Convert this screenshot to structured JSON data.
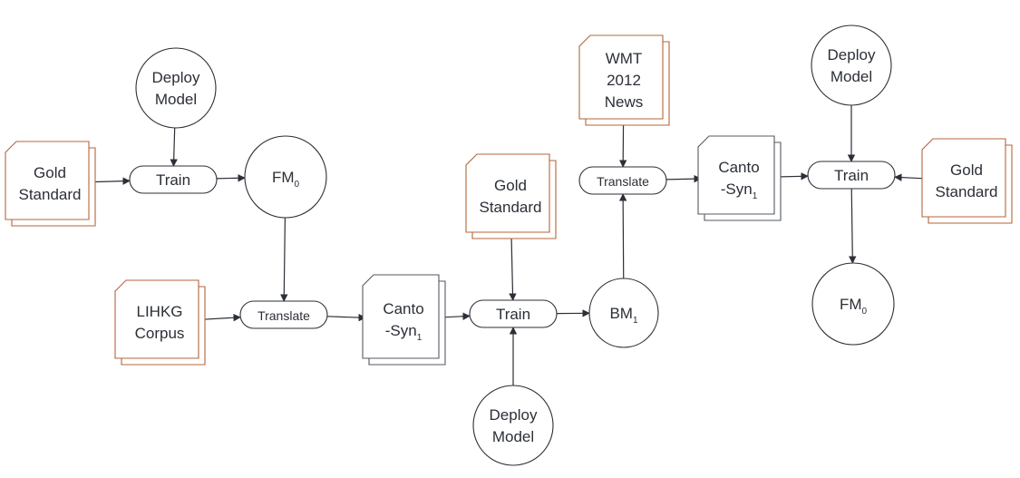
{
  "diagram": {
    "nodes": {
      "gold1": {
        "type": "doc-orange",
        "lines": [
          "Gold",
          "Standard"
        ]
      },
      "deploy1": {
        "type": "circle",
        "lines": [
          "Deploy",
          "Model"
        ]
      },
      "train1": {
        "type": "process",
        "lines": [
          "Train"
        ]
      },
      "fm0_a": {
        "type": "circle",
        "lines": [
          "FM"
        ],
        "subscript": "0"
      },
      "lihkg": {
        "type": "doc-orange",
        "lines": [
          "LIHKG",
          "Corpus"
        ]
      },
      "translate1": {
        "type": "process",
        "lines": [
          "Translate"
        ]
      },
      "canto1": {
        "type": "doc-gray",
        "lines": [
          "Canto",
          "-Syn"
        ],
        "subscript": "1"
      },
      "gold2": {
        "type": "doc-orange",
        "lines": [
          "Gold",
          "Standard"
        ]
      },
      "train2": {
        "type": "process",
        "lines": [
          "Train"
        ]
      },
      "deploy2": {
        "type": "circle",
        "lines": [
          "Deploy",
          "Model"
        ]
      },
      "bm1": {
        "type": "circle",
        "lines": [
          "BM"
        ],
        "subscript": "1"
      },
      "wmt": {
        "type": "doc-orange",
        "lines": [
          "WMT",
          "2012",
          "News"
        ]
      },
      "translate2": {
        "type": "process",
        "lines": [
          "Translate"
        ]
      },
      "canto2": {
        "type": "doc-gray",
        "lines": [
          "Canto",
          "-Syn"
        ],
        "subscript": "1"
      },
      "deploy3": {
        "type": "circle",
        "lines": [
          "Deploy",
          "Model"
        ]
      },
      "train3": {
        "type": "process",
        "lines": [
          "Train"
        ]
      },
      "gold3": {
        "type": "doc-orange",
        "lines": [
          "Gold",
          "Standard"
        ]
      },
      "fm0_b": {
        "type": "circle",
        "lines": [
          "FM"
        ],
        "subscript": "0"
      }
    },
    "edges": [
      {
        "from": "gold1",
        "to": "train1"
      },
      {
        "from": "deploy1",
        "to": "train1"
      },
      {
        "from": "train1",
        "to": "fm0_a"
      },
      {
        "from": "fm0_a",
        "to": "translate1"
      },
      {
        "from": "lihkg",
        "to": "translate1"
      },
      {
        "from": "translate1",
        "to": "canto1"
      },
      {
        "from": "canto1",
        "to": "train2"
      },
      {
        "from": "gold2",
        "to": "train2"
      },
      {
        "from": "deploy2",
        "to": "train2"
      },
      {
        "from": "train2",
        "to": "bm1"
      },
      {
        "from": "bm1",
        "to": "translate2"
      },
      {
        "from": "wmt",
        "to": "translate2"
      },
      {
        "from": "translate2",
        "to": "canto2"
      },
      {
        "from": "canto2",
        "to": "train3"
      },
      {
        "from": "deploy3",
        "to": "train3"
      },
      {
        "from": "gold3",
        "to": "train3"
      },
      {
        "from": "train3",
        "to": "fm0_b"
      }
    ]
  }
}
